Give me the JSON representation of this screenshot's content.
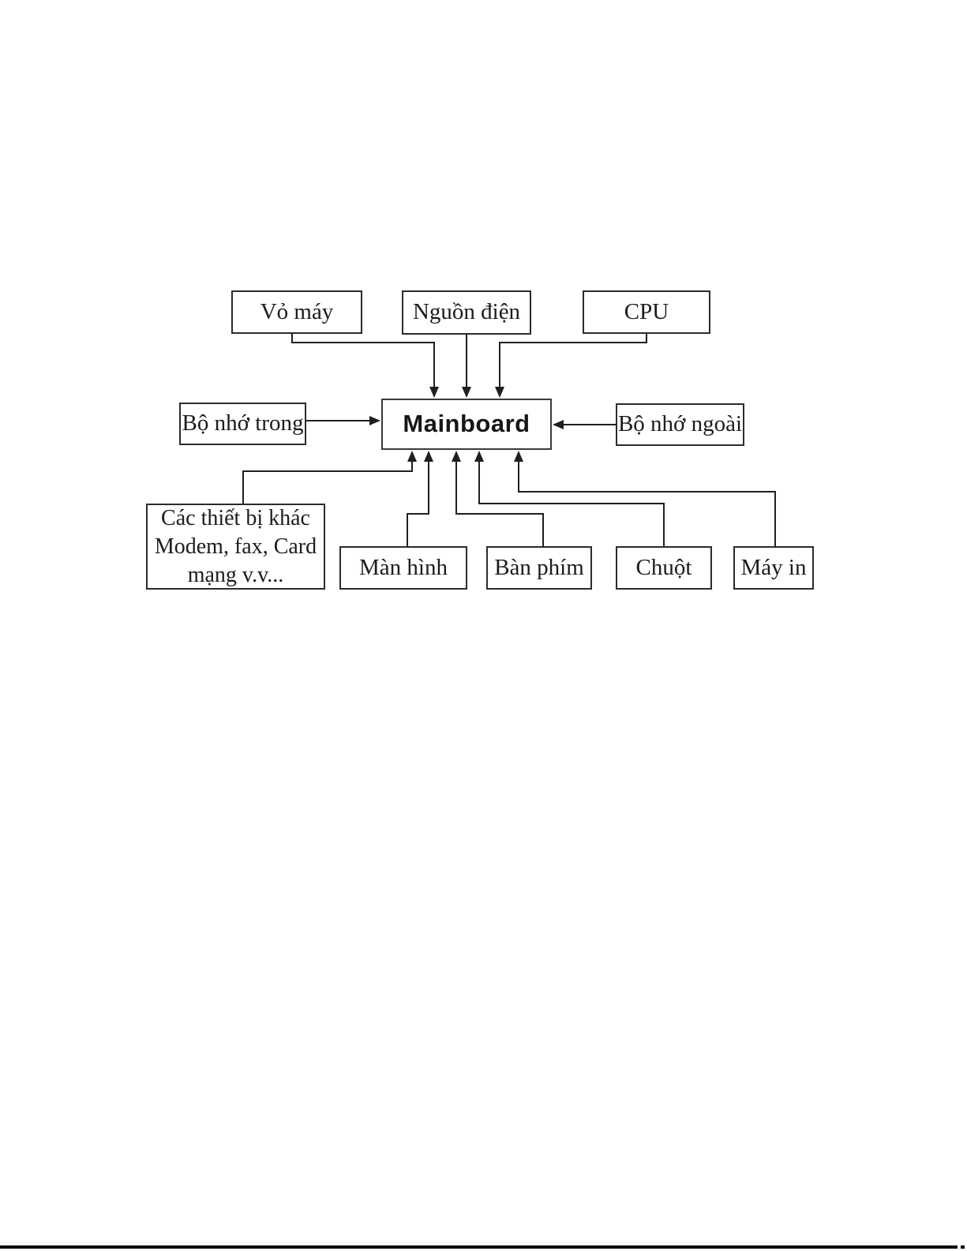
{
  "page": {
    "type": "scanned document page with block diagram",
    "colors": {
      "background": "#ffffff",
      "line": "#1f1f1f",
      "box_border": "#2b2b2b",
      "text": "#1c1c1c",
      "footer_rule": "#000000"
    }
  },
  "diagram": {
    "boxes": [
      {
        "id": "vo-may",
        "label": "Vỏ máy"
      },
      {
        "id": "nguon-dien",
        "label": "Nguồn điện"
      },
      {
        "id": "cpu",
        "label": "CPU"
      },
      {
        "id": "mainboard",
        "label": "Mainboard"
      },
      {
        "id": "bo-nho-trong",
        "label": "Bộ nhớ trong"
      },
      {
        "id": "bo-nho-ngoai",
        "label": "Bộ nhớ ngoài"
      },
      {
        "id": "cac-thiet-bi-khac",
        "lines": [
          "Các thiết bị khác",
          "Modem, fax, Card",
          "mạng v.v..."
        ]
      },
      {
        "id": "man-hinh",
        "label": "Màn hình"
      },
      {
        "id": "ban-phim",
        "label": "Bàn phím"
      },
      {
        "id": "chuot",
        "label": "Chuột"
      },
      {
        "id": "may-in",
        "label": "Máy in"
      }
    ],
    "connections": [
      {
        "from": "Vỏ máy",
        "to": "Mainboard",
        "arrow_into": "top"
      },
      {
        "from": "Nguồn điện",
        "to": "Mainboard",
        "arrow_into": "top"
      },
      {
        "from": "CPU",
        "to": "Mainboard",
        "arrow_into": "top"
      },
      {
        "from": "Bộ nhớ trong",
        "to": "Mainboard",
        "arrow_into": "left"
      },
      {
        "from": "Bộ nhớ ngoài",
        "to": "Mainboard",
        "arrow_into": "right"
      },
      {
        "from": "Các thiết bị khác",
        "to": "Mainboard",
        "arrow_into": "bottom"
      },
      {
        "from": "Màn hình",
        "to": "Mainboard",
        "arrow_into": "bottom"
      },
      {
        "from": "Bàn phím",
        "to": "Mainboard",
        "arrow_into": "bottom"
      },
      {
        "from": "Chuột",
        "to": "Mainboard",
        "arrow_into": "bottom"
      },
      {
        "from": "Máy in",
        "to": "Mainboard",
        "arrow_into": "bottom"
      }
    ]
  }
}
